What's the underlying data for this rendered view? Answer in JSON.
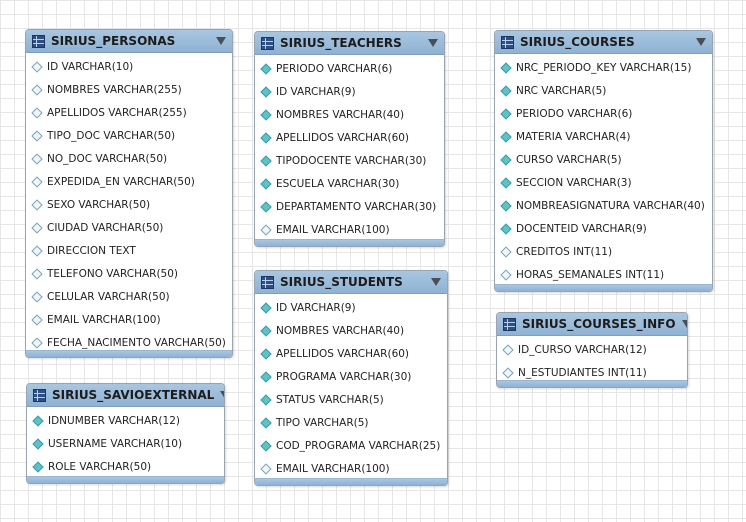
{
  "colors": {
    "header": "#9dbdda",
    "diamond_filled": "#5fc2c9",
    "diamond_empty": "#eef6f9",
    "grid": "#e6e6e6"
  },
  "tables": [
    {
      "id": "personas",
      "title": "SIRIUS_PERSONAS",
      "columns": [
        {
          "label": "ID VARCHAR(10)",
          "filled": false
        },
        {
          "label": "NOMBRES VARCHAR(255)",
          "filled": false
        },
        {
          "label": "APELLIDOS VARCHAR(255)",
          "filled": false
        },
        {
          "label": "TIPO_DOC VARCHAR(50)",
          "filled": false
        },
        {
          "label": "NO_DOC VARCHAR(50)",
          "filled": false
        },
        {
          "label": "EXPEDIDA_EN VARCHAR(50)",
          "filled": false
        },
        {
          "label": "SEXO VARCHAR(50)",
          "filled": false
        },
        {
          "label": "CIUDAD VARCHAR(50)",
          "filled": false
        },
        {
          "label": "DIRECCION TEXT",
          "filled": false
        },
        {
          "label": "TELEFONO VARCHAR(50)",
          "filled": false
        },
        {
          "label": "CELULAR VARCHAR(50)",
          "filled": false
        },
        {
          "label": "EMAIL VARCHAR(100)",
          "filled": false
        },
        {
          "label": "FECHA_NACIMENTO VARCHAR(50)",
          "filled": false
        }
      ]
    },
    {
      "id": "teachers",
      "title": "SIRIUS_TEACHERS",
      "columns": [
        {
          "label": "PERIODO VARCHAR(6)",
          "filled": true
        },
        {
          "label": "ID VARCHAR(9)",
          "filled": true
        },
        {
          "label": "NOMBRES VARCHAR(40)",
          "filled": true
        },
        {
          "label": "APELLIDOS VARCHAR(60)",
          "filled": true
        },
        {
          "label": "TIPODOCENTE VARCHAR(30)",
          "filled": true
        },
        {
          "label": "ESCUELA VARCHAR(30)",
          "filled": true
        },
        {
          "label": "DEPARTAMENTO VARCHAR(30)",
          "filled": true
        },
        {
          "label": "EMAIL VARCHAR(100)",
          "filled": false
        }
      ]
    },
    {
      "id": "courses",
      "title": "SIRIUS_COURSES",
      "columns": [
        {
          "label": "NRC_PERIODO_KEY VARCHAR(15)",
          "filled": true
        },
        {
          "label": "NRC VARCHAR(5)",
          "filled": true
        },
        {
          "label": "PERIODO VARCHAR(6)",
          "filled": true
        },
        {
          "label": "MATERIA VARCHAR(4)",
          "filled": true
        },
        {
          "label": "CURSO VARCHAR(5)",
          "filled": true
        },
        {
          "label": "SECCION VARCHAR(3)",
          "filled": true
        },
        {
          "label": "NOMBREASIGNATURA VARCHAR(40)",
          "filled": true
        },
        {
          "label": "DOCENTEID VARCHAR(9)",
          "filled": true
        },
        {
          "label": "CREDITOS INT(11)",
          "filled": false
        },
        {
          "label": "HORAS_SEMANALES INT(11)",
          "filled": false
        }
      ]
    },
    {
      "id": "students",
      "title": "SIRIUS_STUDENTS",
      "columns": [
        {
          "label": "ID VARCHAR(9)",
          "filled": true
        },
        {
          "label": "NOMBRES VARCHAR(40)",
          "filled": true
        },
        {
          "label": "APELLIDOS VARCHAR(60)",
          "filled": true
        },
        {
          "label": "PROGRAMA VARCHAR(30)",
          "filled": true
        },
        {
          "label": "STATUS VARCHAR(5)",
          "filled": true
        },
        {
          "label": "TIPO VARCHAR(5)",
          "filled": true
        },
        {
          "label": "COD_PROGRAMA VARCHAR(25)",
          "filled": true
        },
        {
          "label": "EMAIL VARCHAR(100)",
          "filled": false
        }
      ]
    },
    {
      "id": "courses_info",
      "title": "SIRIUS_COURSES_INFO",
      "columns": [
        {
          "label": "ID_CURSO VARCHAR(12)",
          "filled": false
        },
        {
          "label": "N_ESTUDIANTES INT(11)",
          "filled": false
        }
      ]
    },
    {
      "id": "savioexternal",
      "title": "SIRIUS_SAVIOEXTERNAL",
      "columns": [
        {
          "label": "IDNUMBER VARCHAR(12)",
          "filled": true
        },
        {
          "label": "USERNAME VARCHAR(10)",
          "filled": true
        },
        {
          "label": "ROLE VARCHAR(50)",
          "filled": true
        }
      ]
    }
  ]
}
